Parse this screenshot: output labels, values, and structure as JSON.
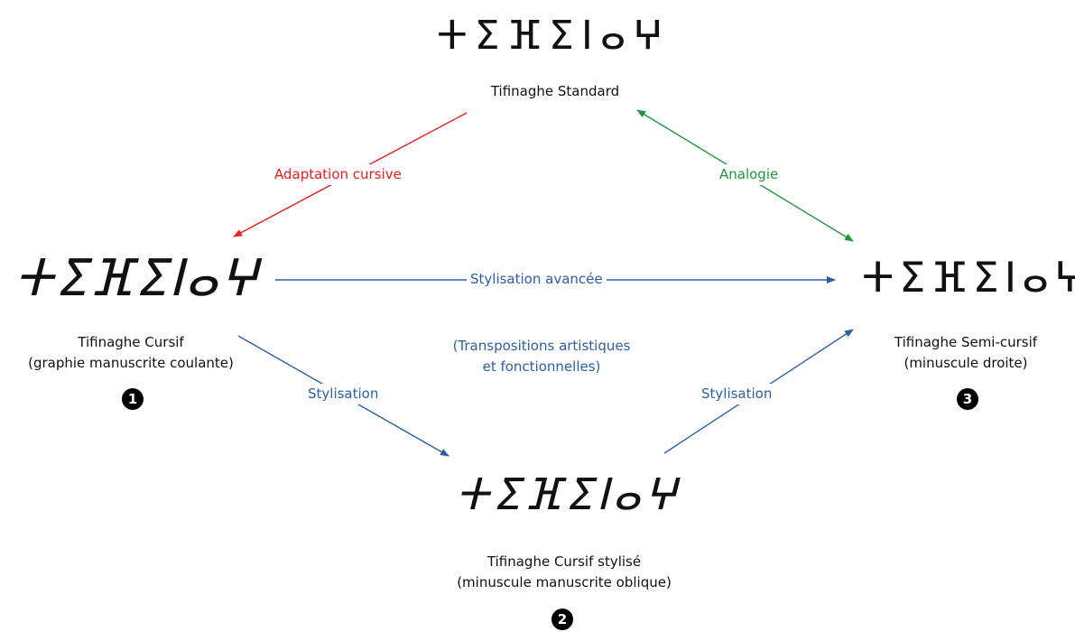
{
  "colors": {
    "red": "#ee1c1c",
    "green": "#1c9a3a",
    "blue": "#2a5fa8",
    "text": "#111111"
  },
  "nodes": {
    "standard": {
      "glyphs": "ⵜⵉⴼⵉⵏⴰⵖ",
      "label": "Tifinaghe Standard"
    },
    "cursive": {
      "glyphs": "ⵜⵉⴼⵉⵏⴰⵖ",
      "label_line1": "Tifinaghe Cursif",
      "label_line2": "(graphie manuscrite coulante)",
      "badge": "1"
    },
    "stylized": {
      "glyphs": "ⵜⵉⴼⵉⵏⴰⵖ",
      "label_line1": "Tifinaghe Cursif stylisé",
      "label_line2": "(minuscule manuscrite oblique)",
      "badge": "2"
    },
    "semi_cursive": {
      "glyphs": "ⵜⵉⴼⵉⵏⴰⵖ",
      "label_line1": "Tifinaghe Semi-cursif",
      "label_line2": "(minuscule droite)",
      "badge": "3"
    }
  },
  "edges": {
    "adaptation": "Adaptation cursive",
    "analogie": "Analogie",
    "stylisation_avancee": "Stylisation avancée",
    "stylisation_left": "Stylisation",
    "stylisation_right": "Stylisation"
  },
  "center_note": {
    "line1": "(Transpositions artistiques",
    "line2": "et fonctionnelles)"
  }
}
